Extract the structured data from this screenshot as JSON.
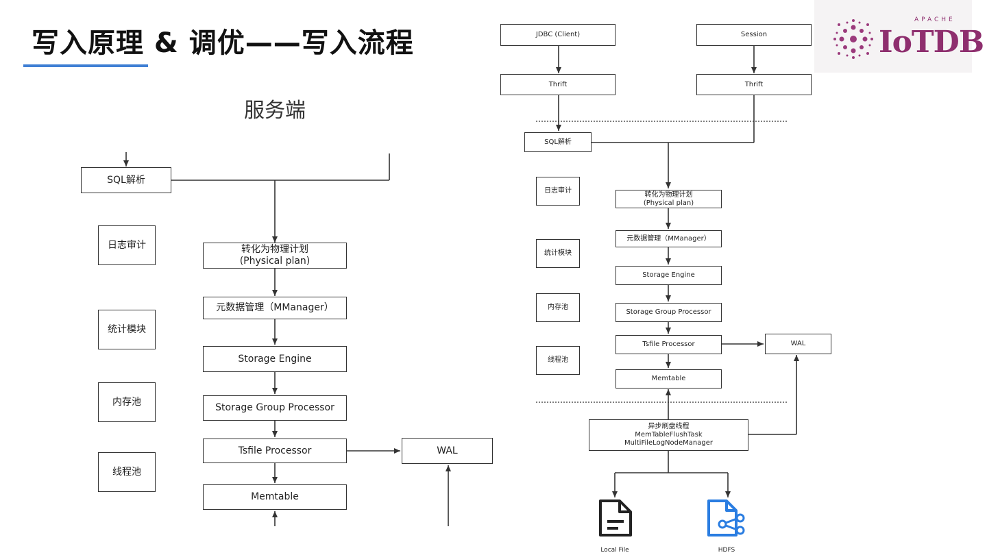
{
  "header": {
    "title": "写入原理 & 调优——写入流程",
    "subtitle": "服务端"
  },
  "logo": {
    "apache": "APACHE",
    "name": "IoTDB"
  },
  "left_diagram": {
    "sql": "SQL解析",
    "side": [
      "日志审计",
      "统计模块",
      "内存池",
      "线程池"
    ],
    "physical_plan_1": "转化为物理计划",
    "physical_plan_2": "(Physical plan)",
    "mmanager": "元数据管理（MManager）",
    "storage_engine": "Storage Engine",
    "sgp": "Storage Group Processor",
    "tsfile": "Tsfile Processor",
    "wal": "WAL",
    "memtable": "Memtable"
  },
  "right_diagram": {
    "jdbc": "JDBC (Client)",
    "session": "Session",
    "thrift_left": "Thrift",
    "thrift_right": "Thrift",
    "sql": "SQL解析",
    "side": [
      "日志审计",
      "统计模块",
      "内存池",
      "线程池"
    ],
    "physical_plan_1": "转化为物理计划",
    "physical_plan_2": "(Physical plan)",
    "mmanager": "元数据管理（MManager）",
    "storage_engine": "Storage Engine",
    "sgp": "Storage Group Processor",
    "tsfile": "Tsfile Processor",
    "wal": "WAL",
    "memtable": "Memtable",
    "flush_1": "异步刷盘线程",
    "flush_2": "MemTableFlushTask",
    "flush_3": "MultiFileLogNodeManager",
    "local_file": "Local File",
    "hdfs": "HDFS"
  }
}
